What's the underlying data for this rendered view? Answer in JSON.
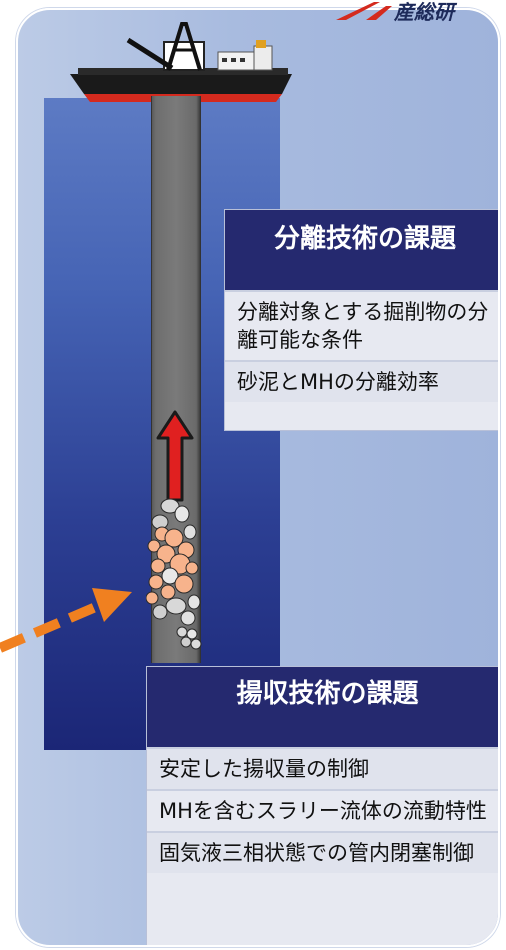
{
  "logo": {
    "text": "産総研"
  },
  "separation": {
    "title": "分離技術の課題",
    "items": [
      "分離対象とする掘削物の分離可能な条件",
      "砂泥とMHの分離効率"
    ]
  },
  "lifting": {
    "title": "揚収技術の課題",
    "items": [
      "安定した揚収量の制御",
      "MHを含むスラリー流体の流動特性",
      "固気液三相状態での管内閉塞制御"
    ]
  },
  "colors": {
    "header_bg": "#25296f",
    "box_bg": "#e7e9f1",
    "flow_arrow": "#e02020",
    "dashed_arrow": "#f08020",
    "ship_hull": "#d42a1e"
  }
}
